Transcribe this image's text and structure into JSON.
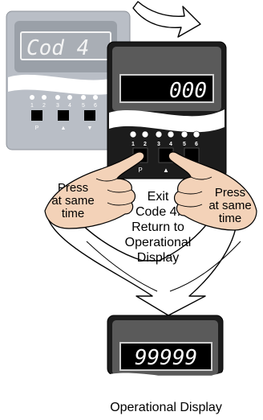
{
  "back_device": {
    "display": "Cod_4",
    "led_numbers": [
      "1",
      "2",
      "3",
      "4",
      "5",
      "6"
    ],
    "key_labels": [
      "P",
      "▲",
      "▼"
    ]
  },
  "front_device": {
    "display": "000",
    "led_numbers": [
      "1",
      "2",
      "3",
      "4",
      "5",
      "6"
    ],
    "key_labels": [
      "P",
      "▲",
      "▼"
    ]
  },
  "left_hand_label": [
    "Press",
    "at same",
    "time"
  ],
  "right_hand_label": [
    "Press",
    "at same",
    "time"
  ],
  "exit_text": [
    "Exit",
    "Code 4.",
    "Return to",
    "Operational",
    "Display"
  ],
  "bottom_device": {
    "display": "99999"
  },
  "caption": "Operational Display"
}
